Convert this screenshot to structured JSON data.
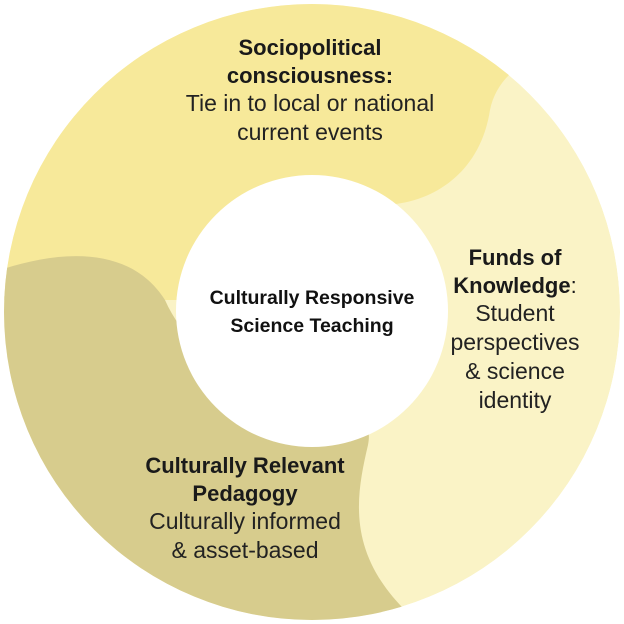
{
  "center": {
    "line1": "Culturally Responsive",
    "line2": "Science Teaching"
  },
  "segments": [
    {
      "id": "top",
      "title_lines": [
        "Sociopolitical",
        "consciousness:"
      ],
      "body_lines": [
        "Tie in to local or national",
        "current events"
      ],
      "color": "#f7e99a"
    },
    {
      "id": "right",
      "title_lines": [
        "Funds of",
        "Knowledge"
      ],
      "title_suffix": ":",
      "body_lines": [
        "Student",
        "perspectives",
        "& science",
        "identity"
      ],
      "color": "#faf3c6"
    },
    {
      "id": "left",
      "title_lines": [
        "Culturally Relevant",
        "Pedagogy"
      ],
      "body_lines": [
        "Culturally informed",
        "& asset-based"
      ],
      "color": "#d7cc8d"
    }
  ],
  "colors": {
    "background": "#ffffff",
    "inner_circle": "#ffffff",
    "text": "#1a1a1a"
  }
}
